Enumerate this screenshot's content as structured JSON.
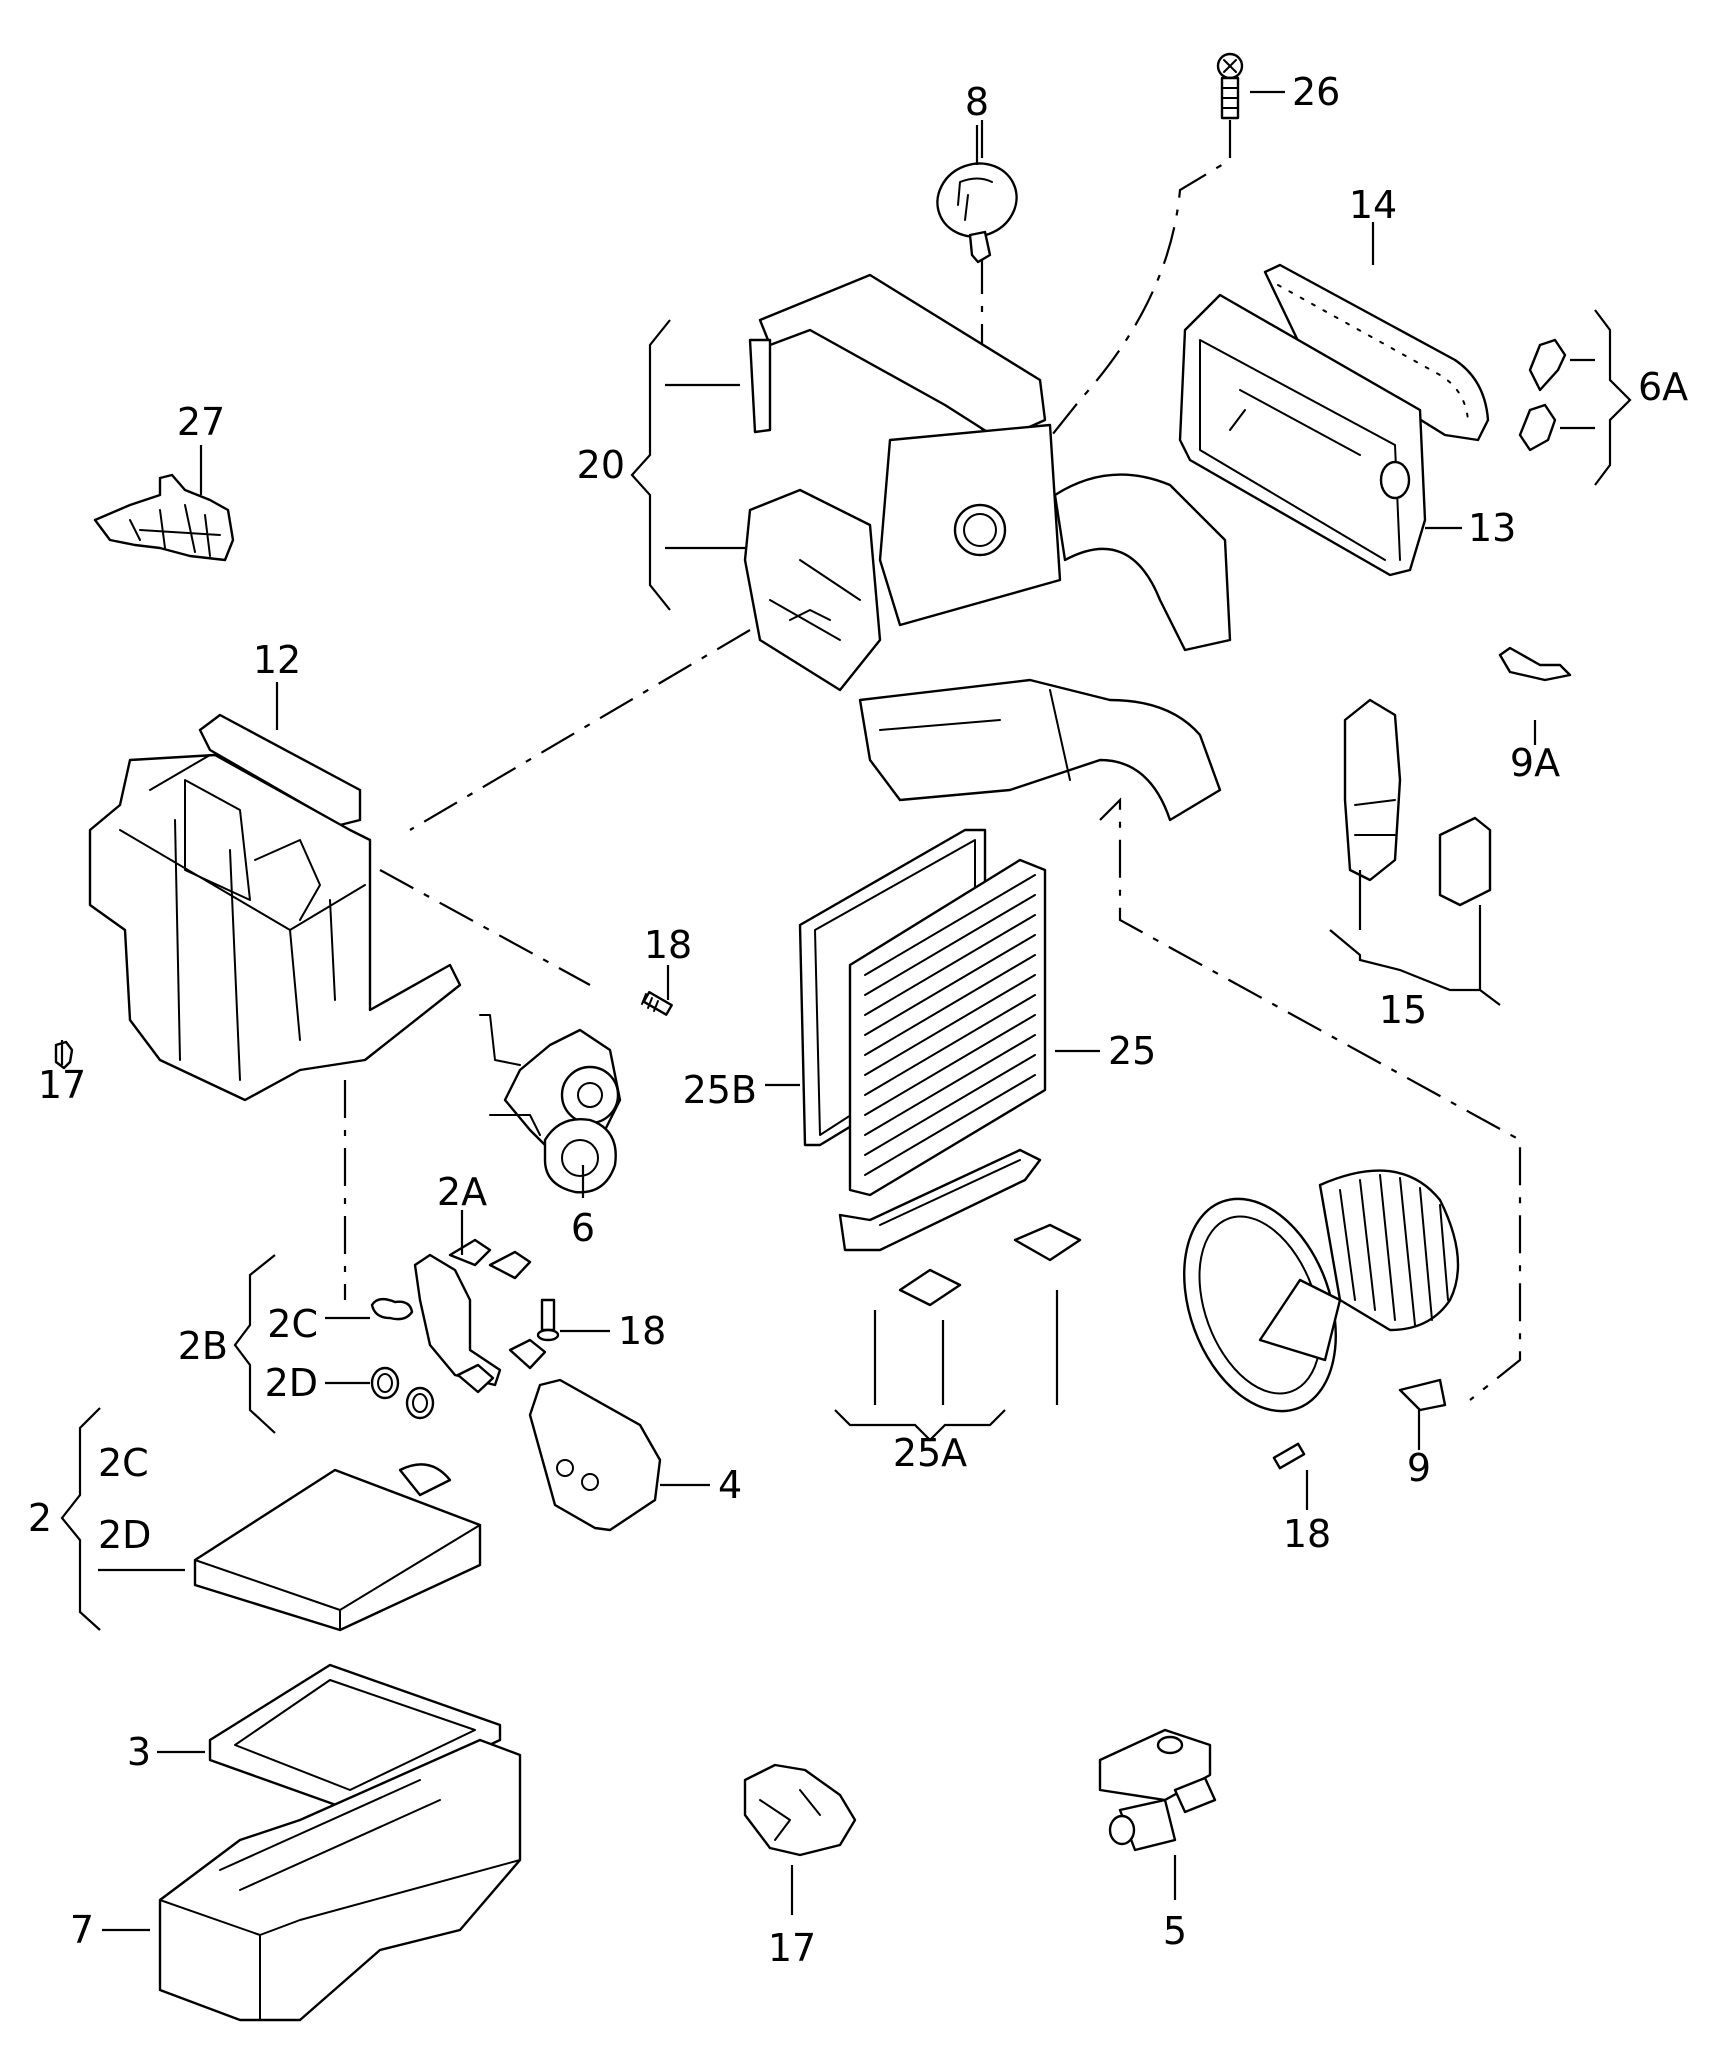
{
  "diagram": {
    "title": "Heater / A/C unit exploded parts view",
    "background": "#ffffff",
    "line_color": "#000000",
    "callouts": [
      {
        "id": "c8",
        "text": "8"
      },
      {
        "id": "c26",
        "text": "26"
      },
      {
        "id": "c14",
        "text": "14"
      },
      {
        "id": "c6A",
        "text": "6A"
      },
      {
        "id": "c27",
        "text": "27"
      },
      {
        "id": "c20",
        "text": "20"
      },
      {
        "id": "c13",
        "text": "13"
      },
      {
        "id": "c12",
        "text": "12"
      },
      {
        "id": "c9A",
        "text": "9A"
      },
      {
        "id": "c18a",
        "text": "18"
      },
      {
        "id": "c17a",
        "text": "17"
      },
      {
        "id": "c25",
        "text": "25"
      },
      {
        "id": "c25B",
        "text": "25B"
      },
      {
        "id": "c15",
        "text": "15"
      },
      {
        "id": "c6",
        "text": "6"
      },
      {
        "id": "c2A",
        "text": "2A"
      },
      {
        "id": "c2C_a",
        "text": "2C"
      },
      {
        "id": "c2B",
        "text": "2B"
      },
      {
        "id": "c18b",
        "text": "18"
      },
      {
        "id": "c2D_a",
        "text": "2D"
      },
      {
        "id": "c25A",
        "text": "25A"
      },
      {
        "id": "c2C_b",
        "text": "2C"
      },
      {
        "id": "c4",
        "text": "4"
      },
      {
        "id": "c9",
        "text": "9"
      },
      {
        "id": "c2",
        "text": "2"
      },
      {
        "id": "c2D_b",
        "text": "2D"
      },
      {
        "id": "c18c",
        "text": "18"
      },
      {
        "id": "c3",
        "text": "3"
      },
      {
        "id": "c7",
        "text": "7"
      },
      {
        "id": "c17b",
        "text": "17"
      },
      {
        "id": "c5",
        "text": "5"
      }
    ]
  }
}
